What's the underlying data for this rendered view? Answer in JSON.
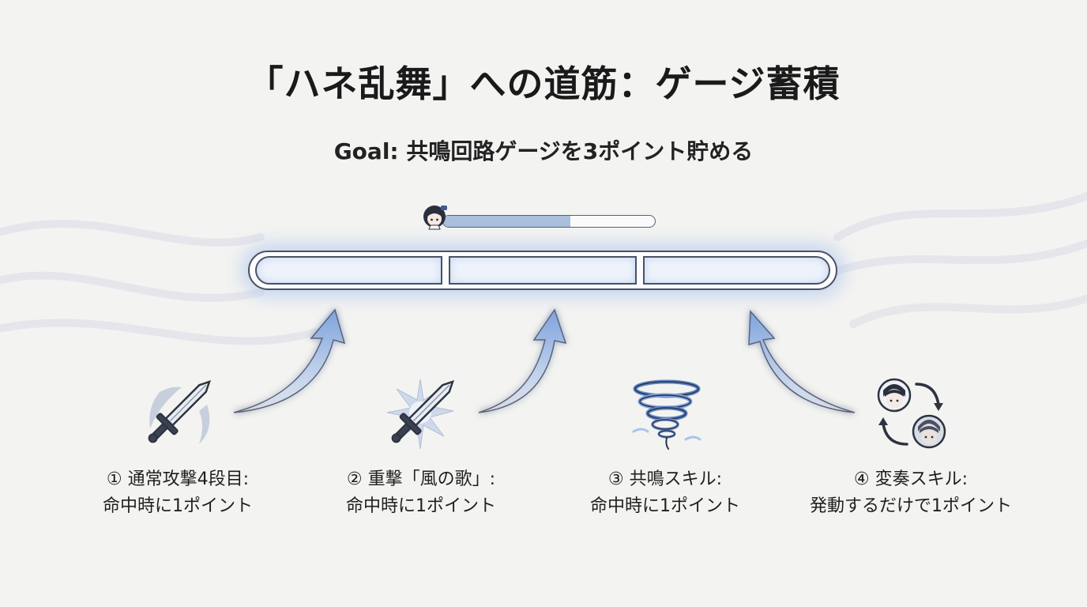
{
  "title": "「ハネ乱舞」への道筋：ゲージ蓄積",
  "subtitle": "Goal: 共鳴回路ゲージを3ポイント貯める",
  "gauge": {
    "segments": 3,
    "mini_fill_fraction": 0.6
  },
  "colors": {
    "glow": "#a9c3ee",
    "outline": "#4c5161",
    "background": "#f3f3f1"
  },
  "sources": [
    {
      "icon": "sword-slash-icon",
      "line1": "① 通常攻撃4段目:",
      "line2": "命中時に1ポイント"
    },
    {
      "icon": "sword-burst-icon",
      "line1": "② 重撃「風の歌」:",
      "line2": "命中時に1ポイント"
    },
    {
      "icon": "tornado-icon",
      "line1": "③ 共鳴スキル:",
      "line2": "命中時に1ポイント"
    },
    {
      "icon": "character-swap-icon",
      "line1": "④ 変奏スキル:",
      "line2": "発動するだけで1ポイント"
    }
  ]
}
